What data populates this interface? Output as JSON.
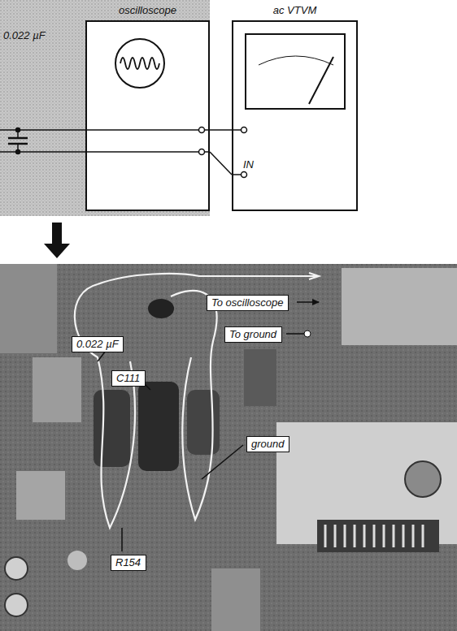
{
  "diagram": {
    "nodes": [
      {
        "text": [
          "oscilloscope"
        ]
      },
      {
        "text": [
          "ac VTVM",
          "IN"
        ]
      },
      {
        "text": [
          "To oscilloscope"
        ]
      },
      {
        "text": [
          "0.022 µF"
        ]
      },
      {
        "text": [
          "To ground"
        ]
      },
      {
        "text": [
          "C111"
        ]
      },
      {
        "text": [
          "ground"
        ]
      },
      {
        "text": [
          "R154"
        ]
      }
    ],
    "edges": [
      {
        "from": 0,
        "to": 1,
        "arrow": "none"
      },
      {
        "from": 0,
        "to": 1,
        "arrow": "none"
      }
    ],
    "labels": [
      "0.022 µF"
    ]
  }
}
